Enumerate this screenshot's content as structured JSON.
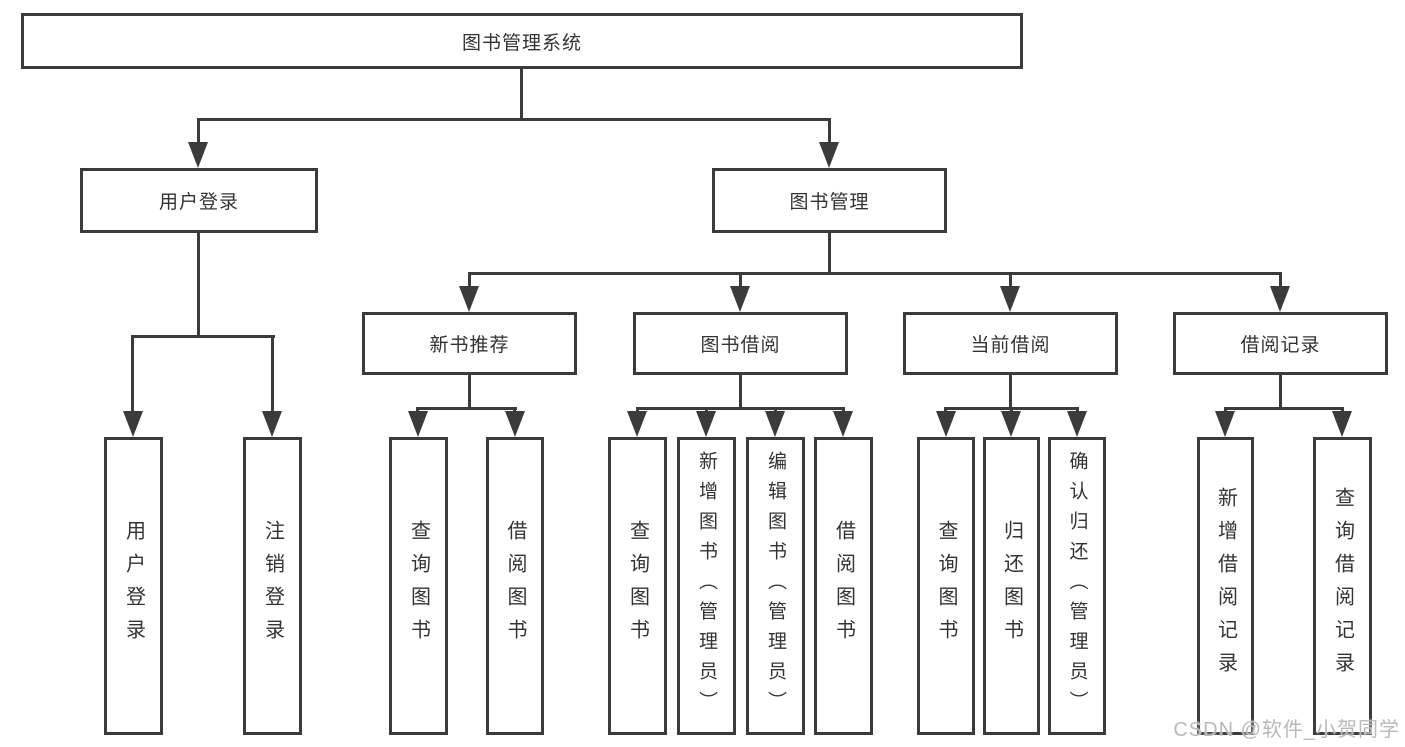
{
  "nodes": {
    "root": {
      "label": "图书管理系统"
    },
    "level2": [
      {
        "id": "user-login",
        "label": "用户登录"
      },
      {
        "id": "book-management",
        "label": "图书管理"
      }
    ],
    "level3": [
      {
        "id": "new-book-recommend",
        "label": "新书推荐"
      },
      {
        "id": "book-borrow",
        "label": "图书借阅"
      },
      {
        "id": "current-borrow",
        "label": "当前借阅"
      },
      {
        "id": "borrow-records",
        "label": "借阅记录"
      }
    ],
    "leaves": [
      {
        "id": "leaf-user-login",
        "label": "用户登录"
      },
      {
        "id": "leaf-logout",
        "label": "注销登录"
      },
      {
        "id": "leaf-query-book-1",
        "label": "查询图书"
      },
      {
        "id": "leaf-borrow-book-1",
        "label": "借阅图书"
      },
      {
        "id": "leaf-query-book-2",
        "label": "查询图书"
      },
      {
        "id": "leaf-add-book-admin",
        "label": "新增图书（管理员）"
      },
      {
        "id": "leaf-edit-book-admin",
        "label": "编辑图书（管理员）"
      },
      {
        "id": "leaf-borrow-book-2",
        "label": "借阅图书"
      },
      {
        "id": "leaf-query-book-3",
        "label": "查询图书"
      },
      {
        "id": "leaf-return-book",
        "label": "归还图书"
      },
      {
        "id": "leaf-confirm-return-admin",
        "label": "确认归还（管理员）"
      },
      {
        "id": "leaf-add-borrow-record",
        "label": "新增借阅记录"
      },
      {
        "id": "leaf-query-borrow-record",
        "label": "查询借阅记录"
      }
    ]
  },
  "edges": [
    {
      "from": "图书管理系统",
      "to": [
        "用户登录",
        "图书管理"
      ]
    },
    {
      "from": "用户登录",
      "to": [
        "用户登录",
        "注销登录"
      ]
    },
    {
      "from": "图书管理",
      "to": [
        "新书推荐",
        "图书借阅",
        "当前借阅",
        "借阅记录"
      ]
    },
    {
      "from": "新书推荐",
      "to": [
        "查询图书",
        "借阅图书"
      ]
    },
    {
      "from": "图书借阅",
      "to": [
        "查询图书",
        "新增图书（管理员）",
        "编辑图书（管理员）",
        "借阅图书"
      ]
    },
    {
      "from": "当前借阅",
      "to": [
        "查询图书",
        "归还图书",
        "确认归还（管理员）"
      ]
    },
    {
      "from": "借阅记录",
      "to": [
        "新增借阅记录",
        "查询借阅记录"
      ]
    }
  ],
  "watermark": {
    "text": "CSDN @软件_小贺同学"
  },
  "colors": {
    "line": "#3b3b3b",
    "box_background": "#ffffff",
    "text": "#333333",
    "watermark": "#b9b9b9"
  }
}
